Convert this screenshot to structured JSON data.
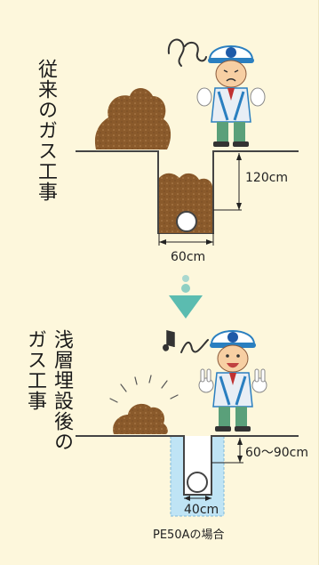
{
  "titles": {
    "traditional": "従来のガス工事",
    "shallow_line1": "浅層埋設後の",
    "shallow_line2": "ガス工事"
  },
  "traditional": {
    "depth_label": "120cm",
    "width_label": "60cm"
  },
  "shallow": {
    "depth_label": "60〜90cm",
    "width_label": "40cm",
    "caption": "PE50Aの場合"
  },
  "colors": {
    "background": "#fdf7dc",
    "soil": "#8a5a2b",
    "trench_fill": "#bfe4f5",
    "arrow": "#5bbcb0"
  }
}
